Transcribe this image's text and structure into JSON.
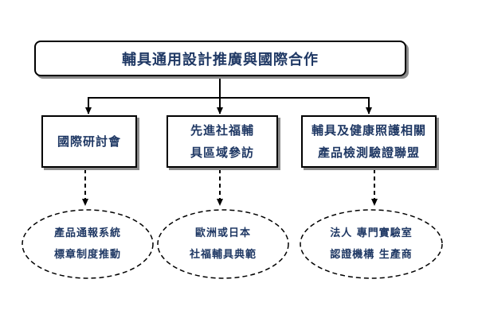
{
  "diagram": {
    "root": {
      "label": "輔具通用設計推廣與國際合作"
    },
    "children": [
      {
        "lines": [
          "國際研討會"
        ],
        "outcome": {
          "lines": [
            "產品通報系統",
            "標章制度推動"
          ]
        }
      },
      {
        "lines": [
          "先進社福輔",
          "具區域參訪"
        ],
        "outcome": {
          "lines": [
            "歐洲或日本",
            "社福輔具典範"
          ]
        }
      },
      {
        "lines": [
          "輔具及健康照護相關",
          "產品檢測驗證聯盟"
        ],
        "outcome": {
          "lines": [
            "法人 專門實驗室",
            "認證機構 生產商"
          ]
        }
      }
    ],
    "colors": {
      "text": "#1f3864",
      "border": "#000000",
      "shadow": "#8c8c8c"
    }
  }
}
